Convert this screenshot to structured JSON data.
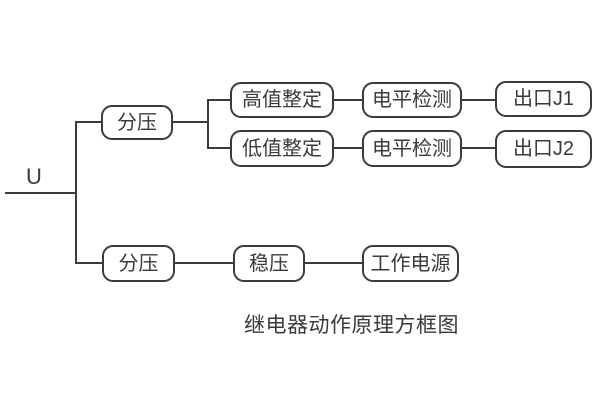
{
  "diagram": {
    "input_label": "U",
    "caption": "继电器动作原理方框图",
    "line_color": "#3d3a39",
    "nodes": {
      "divider_top": "分压",
      "high_set": "高值整定",
      "level_detect_1": "电平检测",
      "output_j1": "出口J1",
      "low_set": "低值整定",
      "level_detect_2": "电平检测",
      "output_j2": "出口J2",
      "divider_bottom": "分压",
      "regulator": "稳压",
      "working_power": "工作电源"
    }
  }
}
